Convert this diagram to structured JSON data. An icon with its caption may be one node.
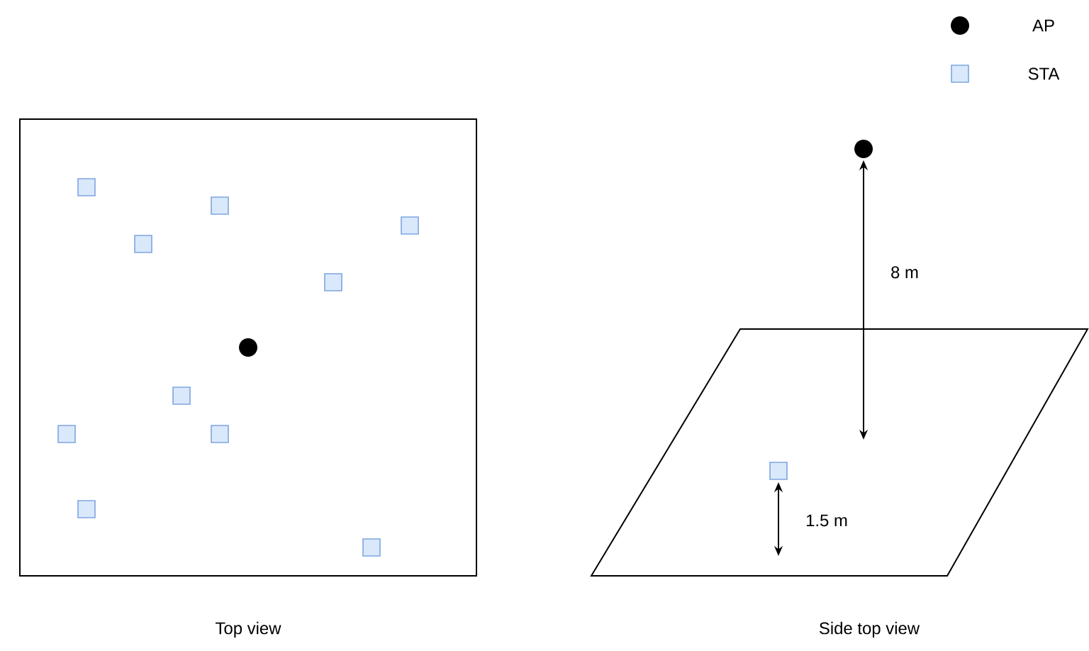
{
  "diagram": {
    "nodes": [
      {
        "text": [
          "Top view"
        ]
      },
      {
        "text": [],
        "shape": "box",
        "in": 0
      },
      {
        "text": [],
        "shape": "box",
        "in": 0
      },
      {
        "text": [],
        "shape": "box",
        "in": 0
      },
      {
        "text": [],
        "shape": "box",
        "in": 0
      },
      {
        "text": [],
        "shape": "box",
        "in": 0
      },
      {
        "text": [],
        "shape": "circle",
        "in": 0
      },
      {
        "text": [],
        "shape": "box",
        "in": 0
      },
      {
        "text": [],
        "shape": "box",
        "in": 0
      },
      {
        "text": [],
        "shape": "box",
        "in": 0
      },
      {
        "text": [],
        "shape": "box",
        "in": 0
      },
      {
        "text": [],
        "shape": "box",
        "in": 0
      },
      {
        "text": [],
        "shape": "circle"
      },
      {
        "text": [
          "Side top view"
        ]
      },
      {
        "text": [],
        "shape": "box",
        "in": 13
      }
    ],
    "labels": [
      "8 m",
      "1.5 m"
    ],
    "legend": [
      {
        "text": "AP",
        "color": "#000000"
      },
      {
        "text": "STA",
        "color": "#dae8fc"
      }
    ]
  }
}
